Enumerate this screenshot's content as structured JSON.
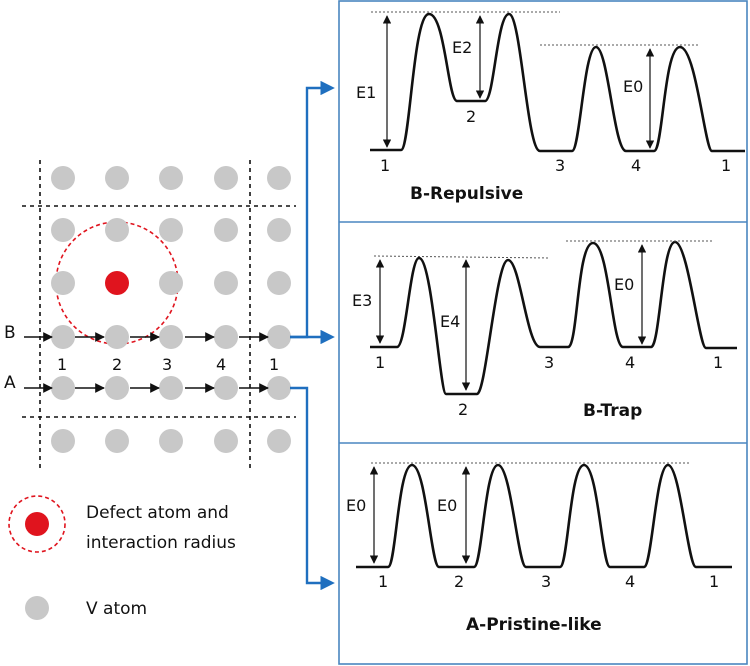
{
  "lattice": {
    "path_b_label": "B",
    "path_a_label": "A",
    "site_labels": [
      "1",
      "2",
      "3",
      "4",
      "1"
    ]
  },
  "legend": {
    "defect_line1": "Defect atom and",
    "defect_line2": "interaction radius",
    "v_atom": "V atom"
  },
  "colors": {
    "v_atom": "#c8c8c8",
    "defect_atom": "#e0141e",
    "connector": "#1f6fbf",
    "panel_border": "#4a86c0"
  },
  "panels": [
    {
      "title": "B-Repulsive",
      "site_labels": [
        "1",
        "2",
        "3",
        "4",
        "1"
      ],
      "energy_labels": [
        "E1",
        "E2",
        "E0"
      ]
    },
    {
      "title": "B-Trap",
      "site_labels": [
        "1",
        "2",
        "3",
        "4",
        "1"
      ],
      "energy_labels": [
        "E3",
        "E4",
        "E0"
      ]
    },
    {
      "title": "A-Pristine-like",
      "site_labels": [
        "1",
        "2",
        "3",
        "4",
        "1"
      ],
      "energy_labels": [
        "E0",
        "E0"
      ]
    }
  ]
}
